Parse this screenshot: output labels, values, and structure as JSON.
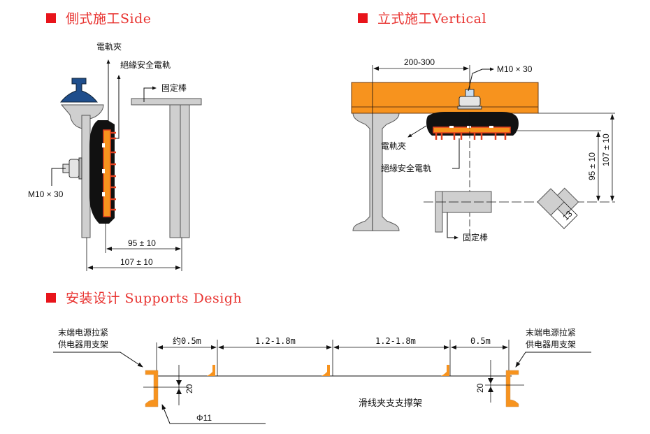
{
  "colors": {
    "title_red": "#e8322f",
    "square_red": "#e8141b",
    "orange": "#f7931e",
    "rail_blue": "#1f4e8c",
    "steel_gray": "#cfcfcf",
    "clamp_black": "#111111",
    "conductor_red": "#e2401f"
  },
  "side": {
    "title": "側式施工Side",
    "label_clamp": "電軌夾",
    "label_rail": "絕緣安全電軌",
    "label_rod": "固定棒",
    "label_bolt": "M10 × 30",
    "dim_95": "95 ± 10",
    "dim_107": "107 ± 10"
  },
  "vertical": {
    "title": "立式施工Vertical",
    "dim_span": "200-300",
    "label_bolt": "M10 × 30",
    "label_clamp": "電軌夾",
    "label_rail": "絕緣安全電軌",
    "label_rod": "固定棒",
    "dim_95": "95 ± 10",
    "dim_107": "107 ± 10",
    "dim_13": "13"
  },
  "supports": {
    "title": "安装设计 Supports Desigh",
    "left_end_label_line1": "末端电源拉紧",
    "left_end_label_line2": "供电器用支架",
    "right_end_label_line1": "末端电源拉紧",
    "right_end_label_line2": "供电器用支架",
    "spacing_first": "约0.5m",
    "spacing_mid1": "1.2-1.8m",
    "spacing_mid2": "1.2-1.8m",
    "spacing_last": "0.5m",
    "offset_left": "20",
    "offset_right": "20",
    "hole_dia": "Φ11",
    "support_label": "滑线夹支支撑架"
  }
}
